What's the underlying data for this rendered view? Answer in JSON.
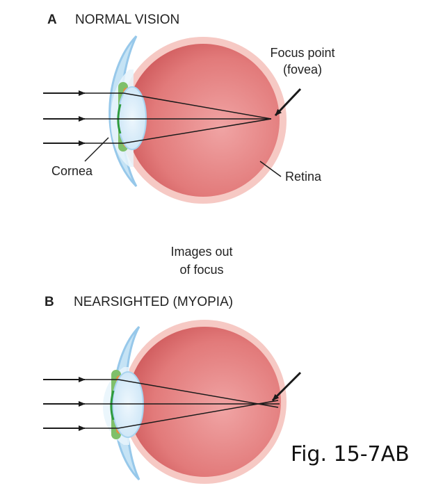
{
  "panel_a": {
    "letter": "A",
    "title": "NORMAL VISION",
    "labels": {
      "focus_line1": "Focus point",
      "focus_line2": "(fovea)",
      "cornea": "Cornea",
      "retina": "Retina"
    }
  },
  "middle": {
    "line1": "Images out",
    "line2": "of focus"
  },
  "panel_b": {
    "letter": "B",
    "title": "NEARSIGHTED (MYOPIA)"
  },
  "figure_label": "Fig. 15-7AB",
  "colors": {
    "eyeball": "#e27a7a",
    "eyeball_shade": "#cf5a5c",
    "sclera_halo": "#f6c9c4",
    "cornea": "#a9d4f0",
    "lens": "#dbeefb",
    "iris": "#e39040",
    "ciliary": "#7fc06a",
    "ray": "#1a1a1a"
  }
}
